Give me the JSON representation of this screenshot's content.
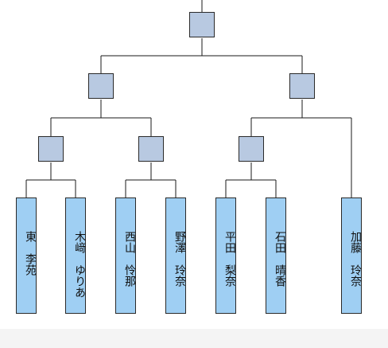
{
  "diagram": {
    "type": "tournament-bracket",
    "players": [
      {
        "name": "東　李苑"
      },
      {
        "name": "木﨑　ゆりあ"
      },
      {
        "name": "西山　怜那"
      },
      {
        "name": "野澤　玲奈"
      },
      {
        "name": "平田　梨奈"
      },
      {
        "name": "石田　晴香"
      },
      {
        "name": "加藤　玲奈"
      }
    ],
    "colors": {
      "node_fill": "#b8c9e1",
      "player_fill": "#9fcff3",
      "line": "#1a1a1a"
    }
  }
}
